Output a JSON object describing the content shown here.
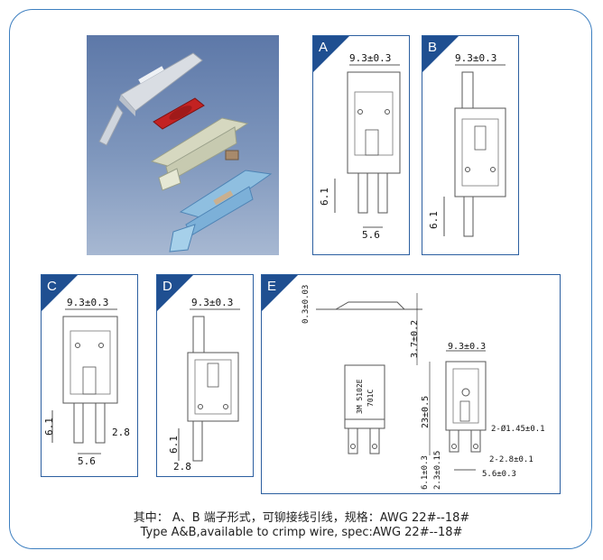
{
  "panels": {
    "a": {
      "label": "A",
      "width_dim": "9.3±0.3",
      "height_dim": "6.1",
      "pitch_dim": "5.6"
    },
    "b": {
      "label": "B",
      "width_dim": "9.3±0.3",
      "height_dim": "6.1"
    },
    "c": {
      "label": "C",
      "width_dim": "9.3±0.3",
      "height_dim": "6.1",
      "lead_dim": "2.8",
      "pitch_dim": "5.6"
    },
    "d": {
      "label": "D",
      "width_dim": "9.3±0.3",
      "height_dim": "6.1",
      "lead_dim": "2.8"
    },
    "e": {
      "label": "E",
      "thick_dim": "0.3±0.03",
      "height_top": "3.7±0.2",
      "length_dim": "23±0.5",
      "width_dim": "9.3±0.3",
      "hole_dim": "2-Ø1.45±0.1",
      "lead_w": "2-2.8±0.1",
      "pitch_dim": "5.6±0.3",
      "lead_len": "6.1±0.3",
      "lead_len2": "2.3±0.15",
      "body_text": "3M 5102E",
      "body_text2": "701C"
    }
  },
  "caption": {
    "line1": "其中：  A、B 端子形式，可铆接线引线，规格：AWG   22#--18#",
    "line2": "Type A&B,available to crimp wire, spec:AWG   22#--18#"
  },
  "colors": {
    "accent": "#1f4f91",
    "border": "#3d7fc0"
  }
}
